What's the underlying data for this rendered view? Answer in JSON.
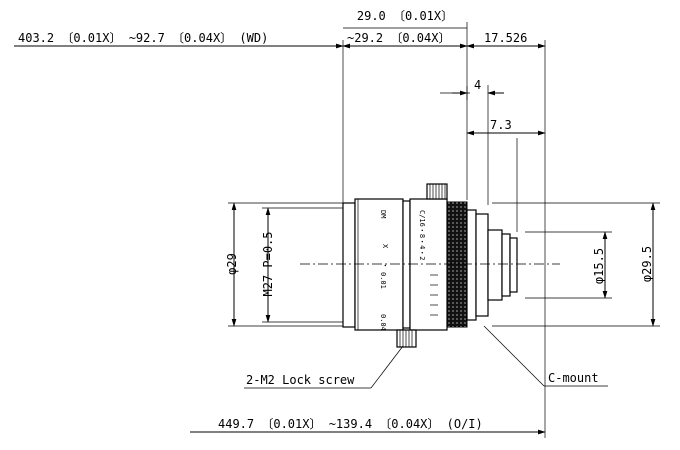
{
  "dimensions": {
    "top_center": "29.0 〔0.01X〕",
    "top_left": "403.2 〔0.01X〕 ~92.7 〔0.04X〕 (WD)",
    "top_mid": "~29.2 〔0.04X〕",
    "top_right": "17.526",
    "small_4": "4",
    "small_7_3": "7.3",
    "dia_29": "φ29",
    "thread": "M27 P=0.5",
    "dia_15_5": "φ15.5",
    "dia_29_5": "φ29.5",
    "bottom": "449.7 〔0.01X〕 ~139.4 〔0.04X〕 (O/I)"
  },
  "callouts": {
    "lock_screw": "2-M2 Lock screw",
    "mount": "C-mount"
  },
  "lens_markings": {
    "aperture": "C/16・8・4・2",
    "dm": "DM",
    "x": "X",
    "dot": "・",
    "scale_001": "0.01",
    "scale_004": "0.04"
  }
}
